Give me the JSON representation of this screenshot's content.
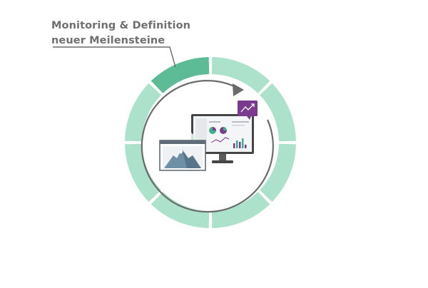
{
  "caption": {
    "line1": "Monitoring & Definition",
    "line2": "neuer Meilensteine"
  },
  "colors": {
    "active_segment": "#5dbc96",
    "segment": "#ace2cb",
    "arrow": "#6b6b6b",
    "caption_text": "#6f6f6f",
    "leader_line": "#6b6b6b",
    "monitor_frame": "#454545",
    "screen_bg": "#f4f5f7",
    "chart_purple": "#7a3b8f",
    "chart_green": "#3fb08a",
    "badge_purple": "#7a3b8f",
    "mountain": "#6f8fa6"
  },
  "cycle": {
    "segment_count": 8,
    "active_segment_index": 0
  },
  "icons": [
    "monitor-icon",
    "trend-badge-icon",
    "mountain-picture-icon",
    "cycle-arrow-icon"
  ]
}
